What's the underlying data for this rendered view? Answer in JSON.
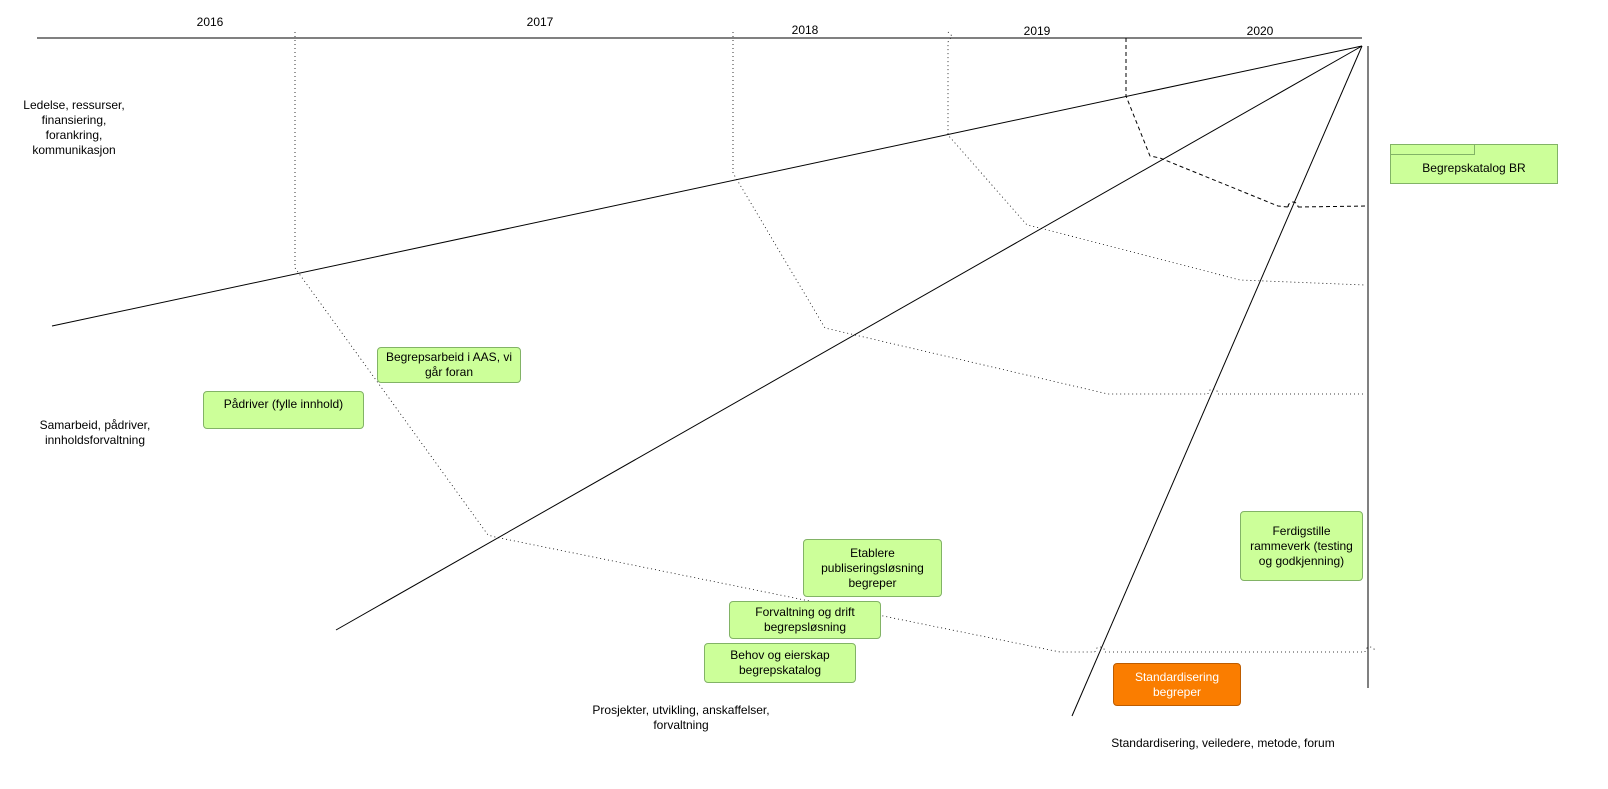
{
  "years": [
    "2016",
    "2017",
    "2018",
    "2019",
    "2020"
  ],
  "lanes": {
    "leadership": "Ledelse, ressurser,\nfinansiering,\nforankring,\nkommunikasjon",
    "collaboration": "Samarbeid, pådriver,\ninnholdsforvaltning",
    "projects": "Prosjekter, utvikling, anskaffelser,\nforvaltning",
    "standards": "Standardisering, veiledere, metode, forum"
  },
  "nodes": {
    "padriver": "Pådriver (fylle innhold)",
    "begrepsarbeid": "Begrepsarbeid i AAS, vi\ngår foran",
    "etablere": "Etablere\npubliseringsløsning\nbegreper",
    "forvaltning": "Forvaltning og drift\nbegrepsløsning",
    "behov": "Behov og eierskap\nbegrepskatalog",
    "ferdigstille": "Ferdigstille\nrammeverk (testing\nog godkjenning)",
    "standardisering": "Standardisering\nbegreper",
    "katalog": "Begrepskatalog BR"
  },
  "colors": {
    "node_fill": "#ccff99",
    "node_border": "#82b366",
    "highlight_fill": "#fa7d00",
    "line": "#000000"
  }
}
